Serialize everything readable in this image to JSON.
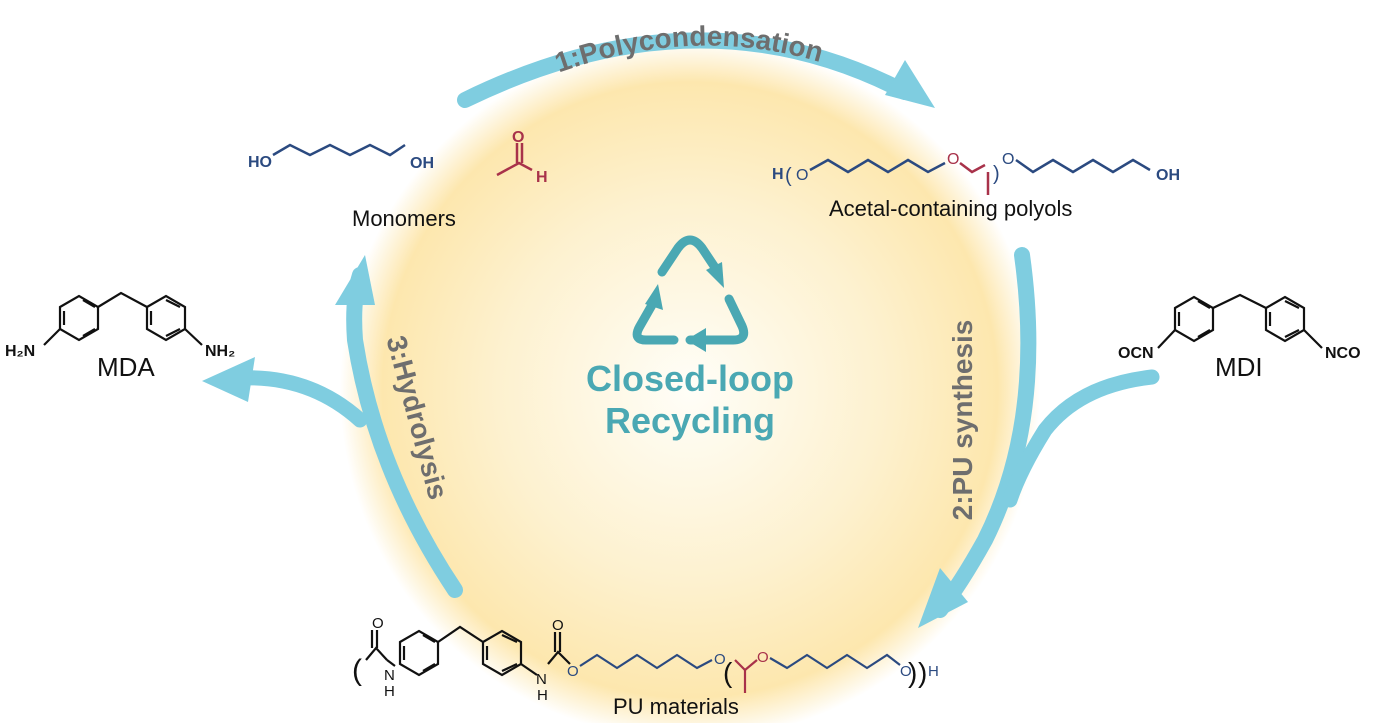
{
  "colors": {
    "arrow": "#7fcde0",
    "step_text": "#6e6e6e",
    "recycle": "#4aa8b3",
    "glow_center": "#fffdf5",
    "glow_edge": "#fde9b4",
    "diol_blue": "#2b4a80",
    "acetal_red": "#a8324a",
    "black": "#111111"
  },
  "center": {
    "icon": "recycle-icon",
    "title_line1": "Closed-loop",
    "title_line2": "Recycling"
  },
  "steps": [
    {
      "id": "step-1",
      "label": "1:Polycondensation"
    },
    {
      "id": "step-2",
      "label": "2:PU synthesis"
    },
    {
      "id": "step-3",
      "label": "3:Hydrolysis"
    }
  ],
  "nodes": {
    "monomers": {
      "label": "Monomers",
      "diol": {
        "left": "HO",
        "right": "OH"
      },
      "aldehyde": {
        "o": "O",
        "h": "H"
      }
    },
    "polyols": {
      "label": "Acetal-containing polyols",
      "atoms": {
        "h": "H",
        "o1": "O",
        "o2": "O",
        "o3": "O",
        "oh": "OH"
      }
    },
    "mdi": {
      "label": "MDI",
      "left_group": "OCN",
      "right_group": "NCO"
    },
    "mda": {
      "label": "MDA",
      "left_group": "H₂N",
      "right_group": "NH₂"
    },
    "pu": {
      "label": "PU materials",
      "atoms": {
        "o_carbonyl1": "O",
        "n1": "N",
        "h1": "H",
        "o_carbonyl2": "O",
        "n2": "N",
        "h2": "H",
        "o1": "O",
        "o2": "O",
        "o3": "O",
        "o4": "O",
        "h_end": "H"
      }
    }
  }
}
